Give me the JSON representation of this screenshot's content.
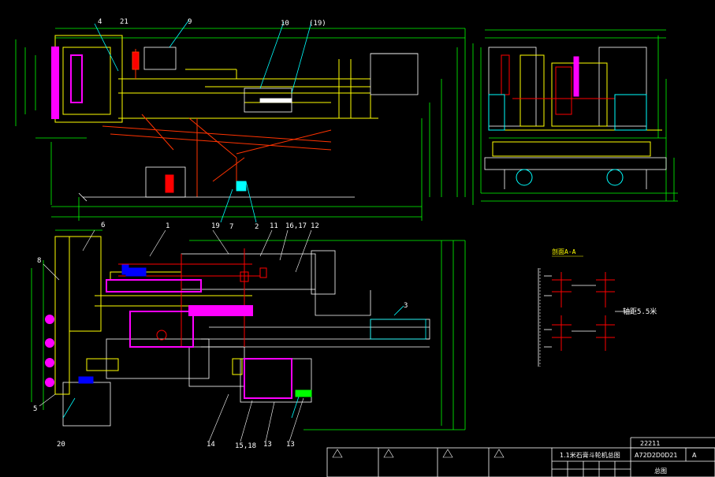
{
  "colors": {
    "background": "#000000",
    "dimension": "#00ff00",
    "structure_yellow": "#ffff00",
    "structure_white": "#ffffff",
    "structure_red": "#ff0000",
    "structure_magenta": "#ff00ff",
    "leader_cyan": "#00ffff",
    "blue": "#0000ff"
  },
  "callouts_top": [
    "4",
    "21",
    "9",
    "10",
    "(19)",
    "7",
    "2"
  ],
  "callouts_bottom": [
    "6",
    "1",
    "19",
    "11",
    "16,17",
    "12",
    "8",
    "3",
    "5",
    "20",
    "14",
    "15,18",
    "13",
    "13"
  ],
  "section_label": "剖面A-A",
  "note_label": "轴距5.5米",
  "title_block": {
    "drawing_title": "1.1米石膏斗轮机总图",
    "drawing_number": "A72D2D0D21",
    "code": "22211",
    "sheet_mark": "A",
    "stamp": "总图"
  }
}
